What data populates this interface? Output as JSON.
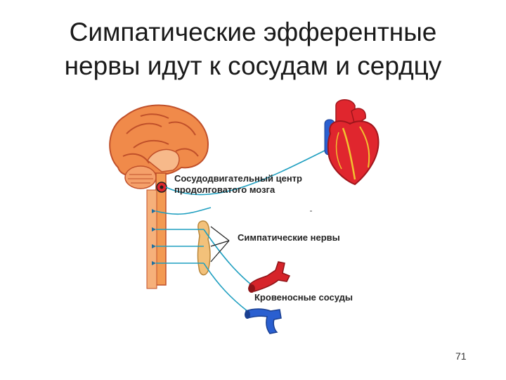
{
  "slide": {
    "title_line1": "Симпатические эфферентные",
    "title_line2": "нервы идут к сосудам и сердцу",
    "page_number": "71"
  },
  "diagram": {
    "labels": {
      "vasomotor_center_line1": "Сосудодвигательный центр",
      "vasomotor_center_line2": "продолговатого мозга",
      "sympathetic_nerves": "Симпатические нервы",
      "blood_vessels": "Кровеносные сосуды"
    },
    "colors": {
      "brain": "#f08a4a",
      "brain_outline": "#c0502a",
      "spinal_cord": "#f39a52",
      "nerve": "#1f9fc0",
      "heart": "#e0262e",
      "artery": "#d6242a",
      "vein": "#2a5fd0"
    },
    "icons": [
      "brain-icon",
      "spinal-cord-icon",
      "heart-icon",
      "artery-icon",
      "vein-icon",
      "sympathetic-ganglion-icon"
    ]
  }
}
